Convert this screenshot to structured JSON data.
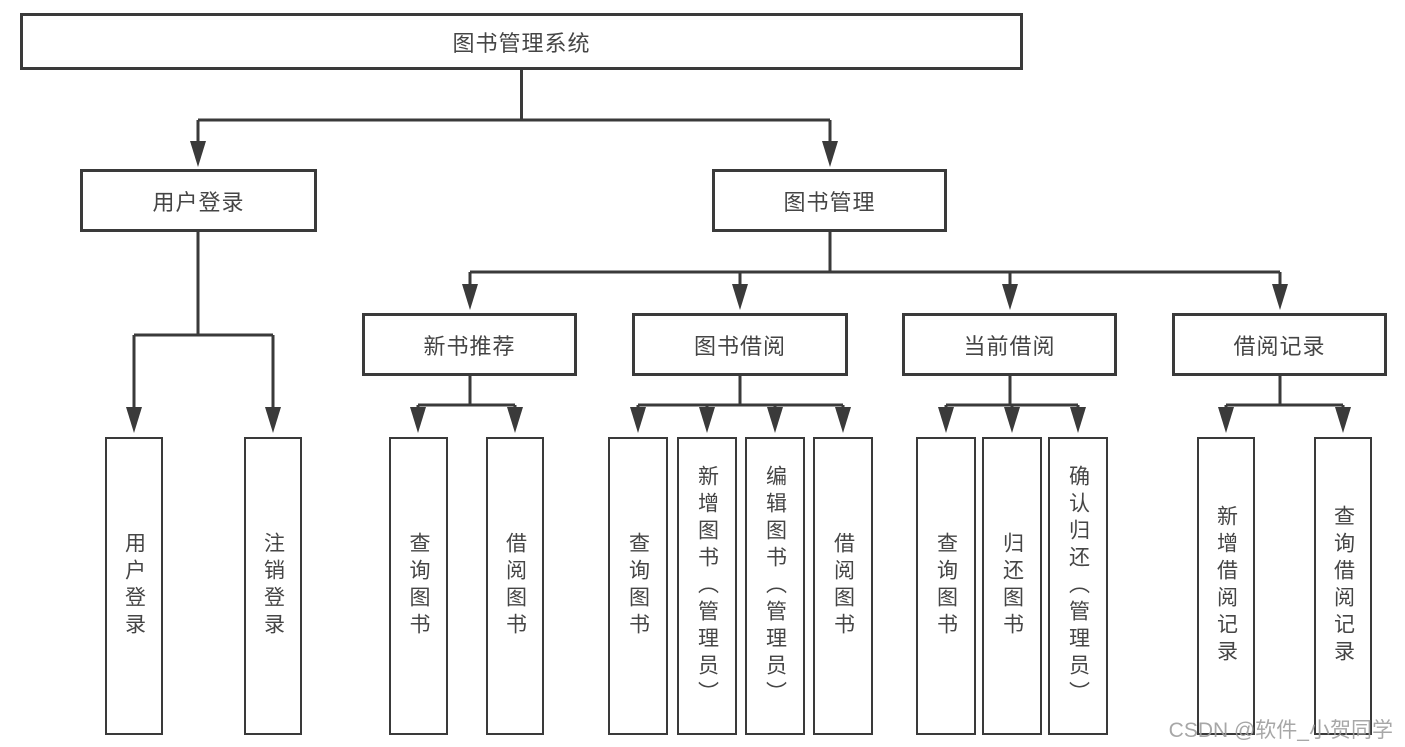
{
  "tree": {
    "root": {
      "label": "图书管理系统"
    },
    "branches": [
      {
        "label": "用户登录",
        "children": [
          {
            "label": "用户登录"
          },
          {
            "label": "注销登录"
          }
        ]
      },
      {
        "label": "图书管理",
        "children": [
          {
            "label": "新书推荐",
            "children": [
              {
                "label": "查询图书"
              },
              {
                "label": "借阅图书"
              }
            ]
          },
          {
            "label": "图书借阅",
            "children": [
              {
                "label": "查询图书"
              },
              {
                "label": "新增图书（管理员）"
              },
              {
                "label": "编辑图书（管理员）"
              },
              {
                "label": "借阅图书"
              }
            ]
          },
          {
            "label": "当前借阅",
            "children": [
              {
                "label": "查询图书"
              },
              {
                "label": "归还图书"
              },
              {
                "label": "确认归还（管理员）"
              }
            ]
          },
          {
            "label": "借阅记录",
            "children": [
              {
                "label": "新增借阅记录"
              },
              {
                "label": "查询借阅记录"
              }
            ]
          }
        ]
      }
    ]
  },
  "watermark": {
    "text": "CSDN @软件_小贺同学"
  },
  "colors": {
    "line": "#3a3a3a",
    "text": "#454545",
    "watermark": "#9e9e9e",
    "background": "#ffffff"
  }
}
